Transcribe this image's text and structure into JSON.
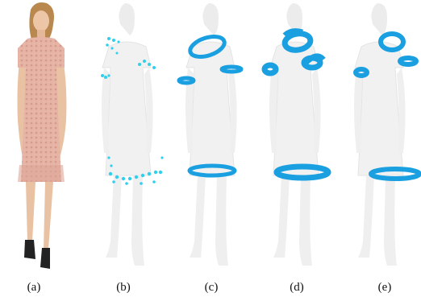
{
  "figure": {
    "panels": [
      {
        "label": "(a)",
        "content": "photo-woman-pink-lace-dress"
      },
      {
        "label": "(b)",
        "content": "mannequin-with-scattered-points"
      },
      {
        "label": "(c)",
        "content": "mannequin-with-ring-seams"
      },
      {
        "label": "(d)",
        "content": "mannequin-with-thick-rings"
      },
      {
        "label": "(e)",
        "content": "mannequin-with-clean-rings"
      }
    ],
    "colors": {
      "background": "#ffffff",
      "mannequin": "#efefef",
      "mannequin_edge": "#e2e2e2",
      "seam_blue": "#1a9fe0",
      "seam_cyan": "#2fd0ee",
      "dress_pink": "#e8b7a9",
      "skin": "#e9c2a3",
      "hair": "#b9884f"
    }
  }
}
